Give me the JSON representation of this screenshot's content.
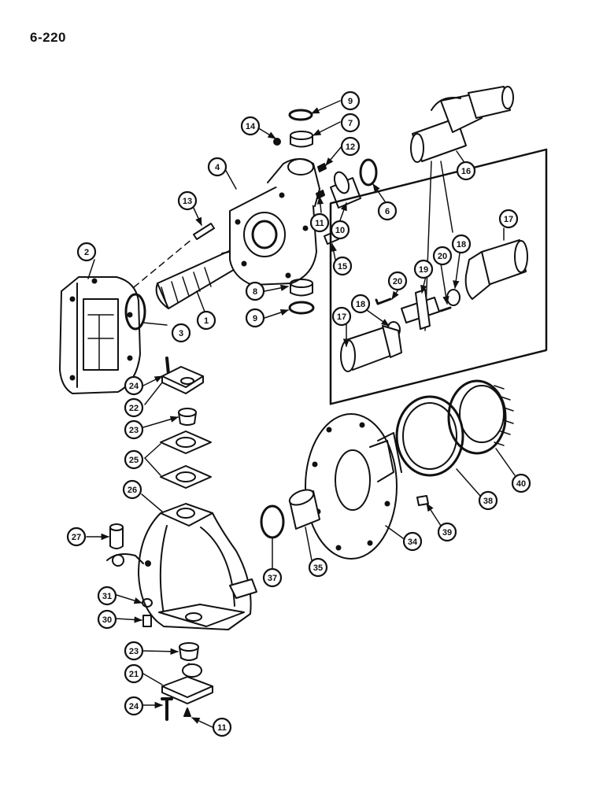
{
  "page": {
    "number": "6-220"
  },
  "callouts": [
    {
      "id": "c9a",
      "label": "9"
    },
    {
      "id": "c7",
      "label": "7"
    },
    {
      "id": "c14",
      "label": "14"
    },
    {
      "id": "c12",
      "label": "12"
    },
    {
      "id": "c4",
      "label": "4"
    },
    {
      "id": "c11a",
      "label": "11"
    },
    {
      "id": "c10",
      "label": "10"
    },
    {
      "id": "c6",
      "label": "6"
    },
    {
      "id": "c13",
      "label": "13"
    },
    {
      "id": "c15",
      "label": "15"
    },
    {
      "id": "c2",
      "label": "2"
    },
    {
      "id": "c8",
      "label": "8"
    },
    {
      "id": "c9b",
      "label": "9"
    },
    {
      "id": "c3",
      "label": "3"
    },
    {
      "id": "c1",
      "label": "1"
    },
    {
      "id": "c16",
      "label": "16"
    },
    {
      "id": "c17a",
      "label": "17"
    },
    {
      "id": "c18a",
      "label": "18"
    },
    {
      "id": "c20a",
      "label": "20"
    },
    {
      "id": "c19",
      "label": "19"
    },
    {
      "id": "c20b",
      "label": "20"
    },
    {
      "id": "c18b",
      "label": "18"
    },
    {
      "id": "c17b",
      "label": "17"
    },
    {
      "id": "c24a",
      "label": "24"
    },
    {
      "id": "c22",
      "label": "22"
    },
    {
      "id": "c23a",
      "label": "23"
    },
    {
      "id": "c25",
      "label": "25"
    },
    {
      "id": "c26",
      "label": "26"
    },
    {
      "id": "c27",
      "label": "27"
    },
    {
      "id": "c31",
      "label": "31"
    },
    {
      "id": "c30",
      "label": "30"
    },
    {
      "id": "c23b",
      "label": "23"
    },
    {
      "id": "c21",
      "label": "21"
    },
    {
      "id": "c24b",
      "label": "24"
    },
    {
      "id": "c11b",
      "label": "11"
    },
    {
      "id": "c37",
      "label": "37"
    },
    {
      "id": "c35",
      "label": "35"
    },
    {
      "id": "c34",
      "label": "34"
    },
    {
      "id": "c39",
      "label": "39"
    },
    {
      "id": "c38",
      "label": "38"
    },
    {
      "id": "c40",
      "label": "40"
    }
  ]
}
